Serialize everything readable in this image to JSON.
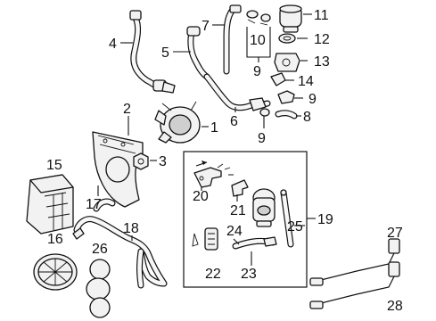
{
  "diagram": {
    "callouts": {
      "c1": "1",
      "c2": "2",
      "c3": "3",
      "c4": "4",
      "c5": "5",
      "c6": "6",
      "c7": "7",
      "c8": "8",
      "c9a": "9",
      "c9b": "9",
      "c9c": "9",
      "c10": "10",
      "c11": "11",
      "c12": "12",
      "c13": "13",
      "c14": "14",
      "c15": "15",
      "c16": "16",
      "c17": "17",
      "c18": "18",
      "c19": "19",
      "c20": "20",
      "c21": "21",
      "c22": "22",
      "c23": "23",
      "c24": "24",
      "c25": "25",
      "c26": "26",
      "c27": "27",
      "c28": "28"
    }
  }
}
